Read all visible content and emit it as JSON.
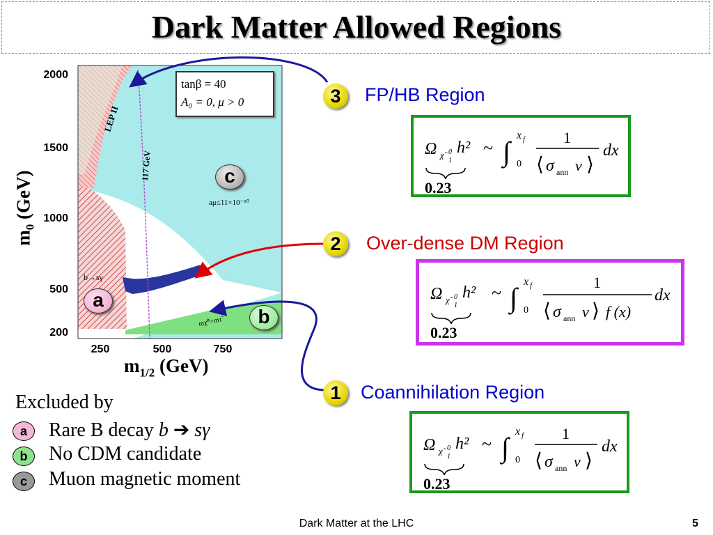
{
  "slide": {
    "title": "Dark Matter Allowed Regions",
    "footer_text": "Dark Matter at the LHC",
    "page_number": "5"
  },
  "plot": {
    "ylabel_main": "m",
    "ylabel_sub": "0",
    "ylabel_unit": " (GeV)",
    "xlabel_main": "m",
    "xlabel_sub": "1/2",
    "xlabel_unit": " (GeV)",
    "yticks": [
      "2000",
      "1500",
      "1000",
      "500",
      "200"
    ],
    "xticks": [
      "250",
      "500",
      "750"
    ],
    "params_line1": "tanβ = 40",
    "params_line2": "A₀ = 0,  μ > 0",
    "label_lep": "LEP II",
    "label_higgs": "117 GeV",
    "label_bsg": "b→sγ",
    "label_amu": "aμ≤11×10⁻¹⁰",
    "label_mchi": "mχ̃⁰>mτ̃",
    "region_a": "a",
    "region_b": "b",
    "region_c": "c",
    "colors": {
      "cyan_region": "#aaeaea",
      "lep_red": "#e05050",
      "bsg_hatch": "#d06060",
      "dm_band": "#2b35a0",
      "green_strip": "#7fe07f"
    }
  },
  "regions": [
    {
      "number": "3",
      "label": "FP/HB Region",
      "color": "#0000cc"
    },
    {
      "number": "2",
      "label": "Over-dense DM Region",
      "color": "#cc0000"
    },
    {
      "number": "1",
      "label": "Coannihilation Region",
      "color": "#0000cc"
    }
  ],
  "formula": {
    "omega": "Ω",
    "chi": "χ̃",
    "chi_sup": "0",
    "chi_sub": "1",
    "h2": "h²",
    "sim": "~",
    "integral": "∫",
    "upper": "x",
    "upper_sub": "f",
    "lower": "0",
    "one": "1",
    "sigma": "σ",
    "ann": "ann",
    "v": "v",
    "fx": "f (x)",
    "dx": "dx",
    "value": "0.23"
  },
  "excluded": {
    "heading": "Excluded by",
    "items": [
      {
        "badge": "a",
        "text_before": "Rare B decay  ",
        "italic_b": "b",
        "arrow": " ➔ ",
        "italic_s": "sγ",
        "badge_color": "#f4b8d4"
      },
      {
        "badge": "b",
        "text": "No CDM candidate",
        "badge_color": "#8fe08f"
      },
      {
        "badge": "c",
        "text": "Muon magnetic moment",
        "badge_color": "#999999"
      }
    ]
  }
}
